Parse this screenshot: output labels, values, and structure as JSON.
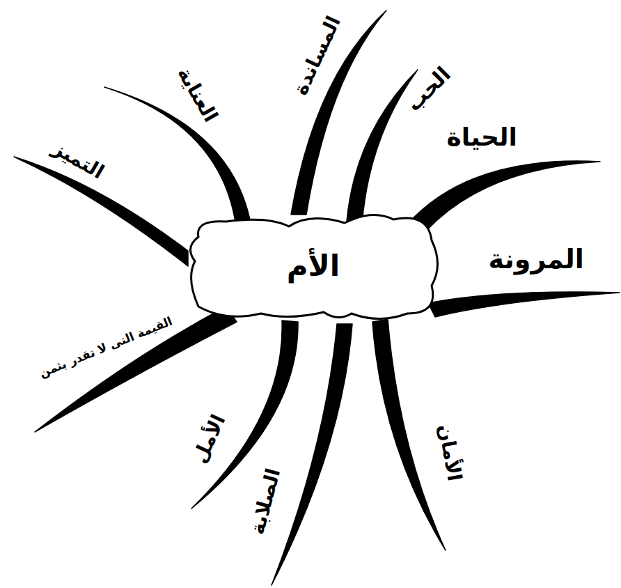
{
  "diagram": {
    "nodes": [
      {
        "text": [
          "الأم"
        ]
      }
    ],
    "labels": [
      "التميز",
      "العناية",
      "المساندة",
      "الحب",
      "الحياة",
      "المرونة",
      "القيمة التى لا تقدر بثمن",
      "الأمل",
      "الصلابة",
      "الأمان"
    ]
  }
}
